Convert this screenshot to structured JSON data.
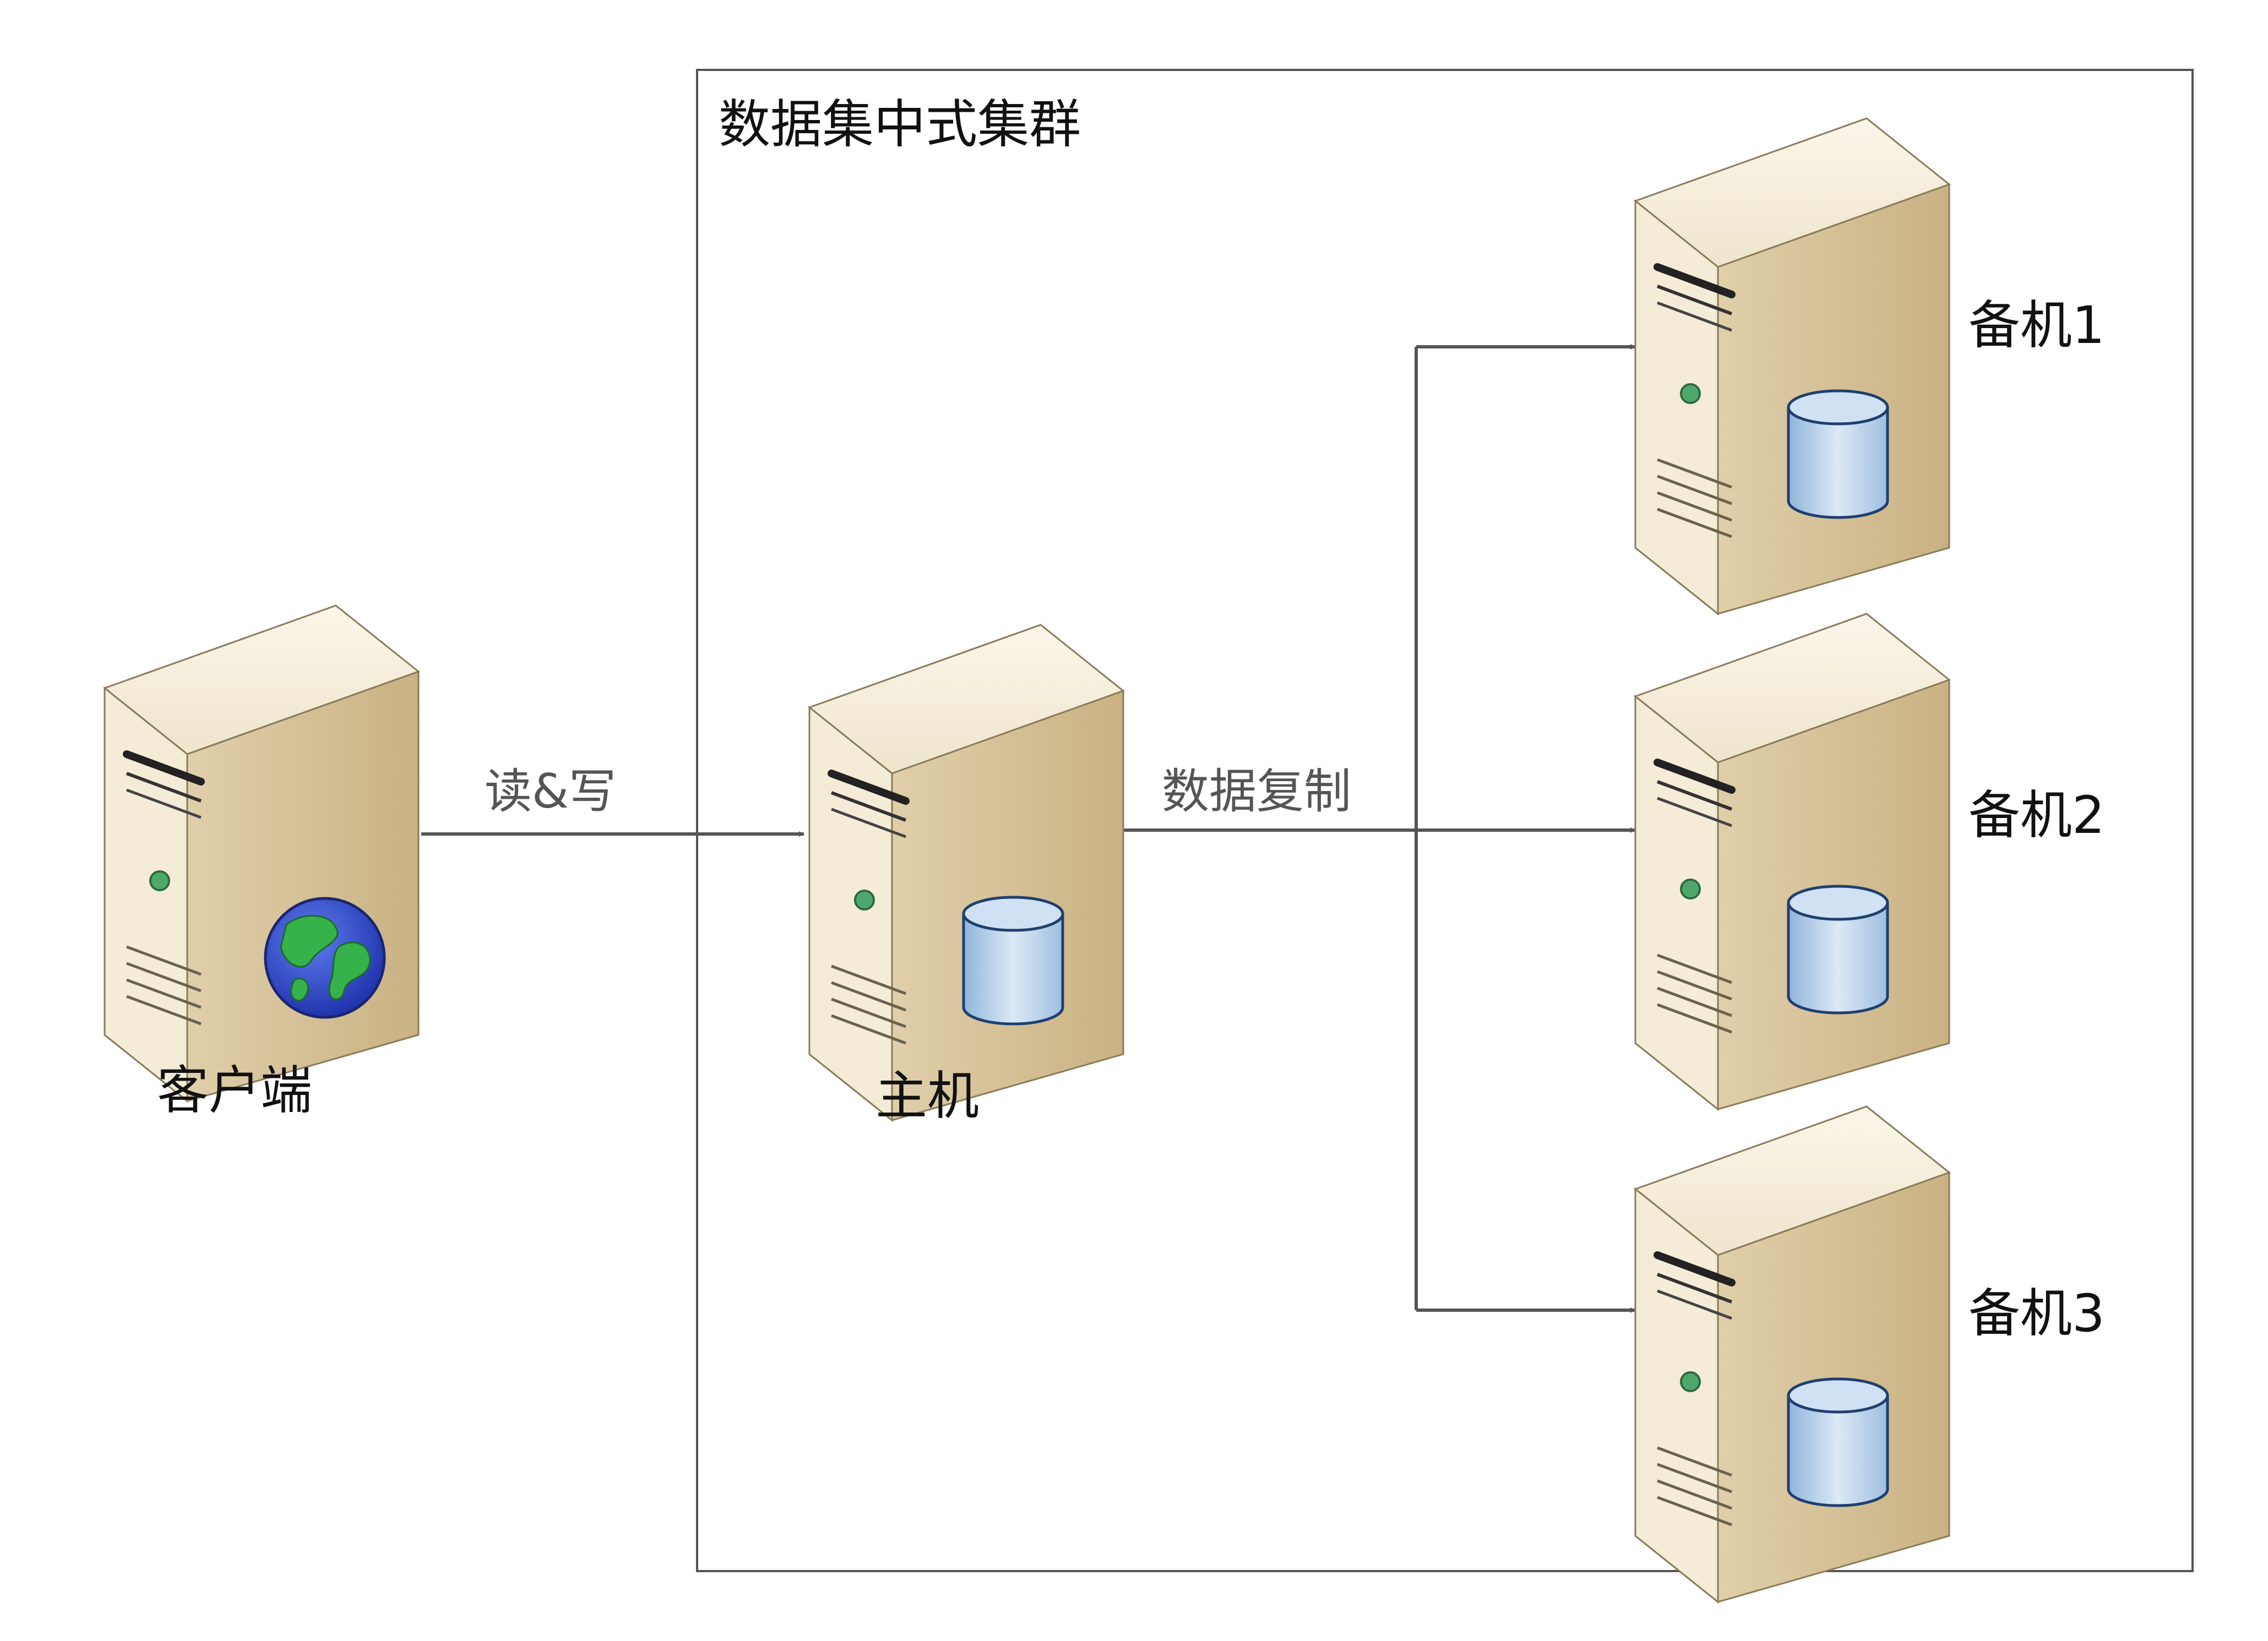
{
  "cluster": {
    "title": "数据集中式集群"
  },
  "nodes": {
    "client": {
      "label": "客户端",
      "icon": "server-with-globe-icon"
    },
    "primary": {
      "label": "主机",
      "icon": "server-with-database-icon"
    },
    "replica1": {
      "label": "备机1",
      "icon": "server-with-database-icon"
    },
    "replica2": {
      "label": "备机2",
      "icon": "server-with-database-icon"
    },
    "replica3": {
      "label": "备机3",
      "icon": "server-with-database-icon"
    }
  },
  "edges": {
    "read_write": {
      "label": "读&写"
    },
    "replication": {
      "label": "数据复制"
    }
  },
  "colors": {
    "server_front": "#efe6cf",
    "server_side": "#d7c49c",
    "server_top": "#f7f0de",
    "database": "#bcd6ee",
    "globe_ocean": "#2f4fd6",
    "globe_land": "#36b24a",
    "arrow": "#555555"
  }
}
